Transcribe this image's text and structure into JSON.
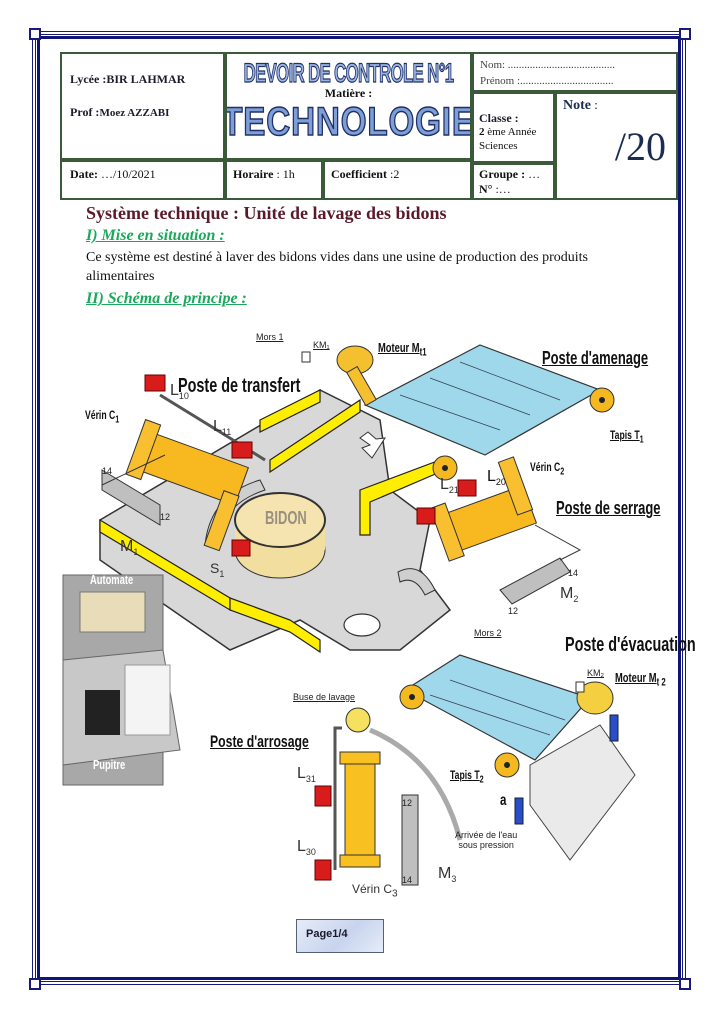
{
  "header": {
    "lycee_label": "Lycée :",
    "lycee_value": "BIR LAHMAR",
    "prof_label": "Prof :",
    "prof_value": "Moez AZZABI",
    "exam_title": "DEVOIR DE CONTROLE N°1",
    "matiere_label": "Matière :",
    "subject": "TECHNOLOGIE",
    "nom_label": "Nom",
    "nom_value": ": .......................................",
    "prenom_label": "Prénom",
    "prenom_value": " :..................................",
    "classe_label": "Classe :",
    "classe_num": "2",
    "classe_value": " ème Année",
    "classe_section": "Sciences",
    "note_label": "Note",
    "note_sep": " :",
    "note_value": "/20",
    "date_label": "Date:",
    "date_value": " …/10/2021",
    "horaire_label": "Horaire",
    "horaire_value": " : 1h",
    "coef_label": "Coefficient",
    "coef_value": " :2",
    "groupe_label": "Groupe :",
    "groupe_value": " …",
    "numero_label": "N°",
    "numero_value": " :…"
  },
  "content": {
    "system_title": "Système technique : Unité de lavage des bidons",
    "section1_title": "I) Mise en situation :",
    "section1_text": "Ce système est destiné à laver des bidons vides dans une usine de production des produits alimentaires",
    "section2_title": "II) Schéma de principe :"
  },
  "diagram": {
    "labels": {
      "poste_transfert": "Poste de transfert",
      "poste_amenage": "Poste d'amenage",
      "poste_serrage": "Poste de serrage",
      "poste_evacuation": "Poste d'évacuation",
      "poste_arrosage": "Poste d'arrosage",
      "moteur_mt1": "Moteur M",
      "moteur_mt1_sub": "t1",
      "moteur_mt2": "Moteur M",
      "moteur_mt2_sub": "t 2",
      "km1": "KM₁",
      "km2": "KM₂",
      "verin_c1": "Vérin C",
      "verin_c1_sub": "1",
      "verin_c2": "Vérin C",
      "verin_c2_sub": "2",
      "verin_c3": "Vérin C",
      "verin_c3_sub": "3",
      "l10": "L",
      "l10_sub": "10",
      "l11": "L",
      "l11_sub": "11",
      "l20": "L",
      "l20_sub": "20",
      "l21": "L",
      "l21_sub": "21",
      "l30": "L",
      "l30_sub": "30",
      "l31": "L",
      "l31_sub": "31",
      "s1": "S",
      "s1_sub": "1",
      "mors1": "Mors 1",
      "mors2": "Mors 2",
      "bidon": "BIDON",
      "tapis_t1": "Tapis T",
      "tapis_t1_sub": "1",
      "tapis_t2": "Tapis T",
      "tapis_t2_sub": "2",
      "m1": "M",
      "m1_sub": "1",
      "m2": "M",
      "m2_sub": "2",
      "m3": "M",
      "m3_sub": "3",
      "port14": "14",
      "port12": "12",
      "automate": "Automate",
      "pupitre": "Pupitre",
      "buse": "Buse de lavage",
      "arrivee_eau_1": "Arrivée de l'eau",
      "arrivee_eau_2": "sous pression",
      "sensor_a": "a"
    }
  },
  "footer": {
    "page_label": "Page1/4"
  }
}
